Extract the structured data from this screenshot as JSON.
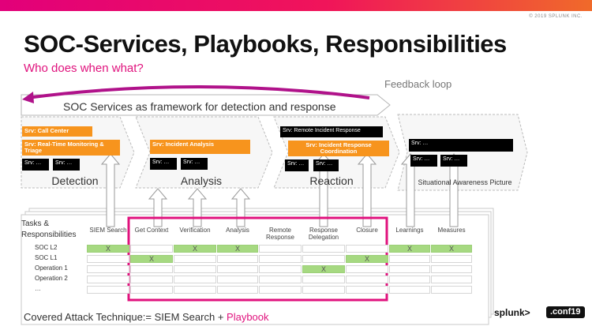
{
  "header": {
    "copyright": "© 2019 SPLUNK INC.",
    "title": "SOC-Services, Playbooks, Responsibilities",
    "subtitle": "Who does when what?"
  },
  "diagram": {
    "feedback_label": "Feedback loop",
    "framework_label": "SOC Services as framework for detection and response",
    "phases": [
      {
        "label": "Detection",
        "services": [
          {
            "text": "Srv: Call Center",
            "style": "orange"
          },
          {
            "text": "Srv: Real-Time Monitoring & Triage",
            "style": "orange"
          },
          {
            "text": "Srv: …",
            "style": "black"
          },
          {
            "text": "Srv: …",
            "style": "black"
          }
        ]
      },
      {
        "label": "Analysis",
        "services": [
          {
            "text": "Srv: Incident Analysis",
            "style": "orange"
          },
          {
            "text": "Srv: …",
            "style": "black"
          },
          {
            "text": "Srv: …",
            "style": "black"
          }
        ]
      },
      {
        "label": "Reaction",
        "services": [
          {
            "text": "Srv: Remote Incident Response",
            "style": "black"
          },
          {
            "text": "Srv: Incident Response Coordination",
            "style": "orange"
          },
          {
            "text": "Srv: …",
            "style": "black"
          },
          {
            "text": "Srv: …",
            "style": "black"
          }
        ]
      },
      {
        "label": "Situational Awareness Picture",
        "services": [
          {
            "text": "Srv: …",
            "style": "black"
          },
          {
            "text": "Srv: …",
            "style": "black"
          },
          {
            "text": "Srv: …",
            "style": "black"
          }
        ]
      }
    ]
  },
  "matrix": {
    "title": "Tasks & Responsibilities",
    "columns": [
      "SIEM Search",
      "Get Context",
      "Verification",
      "Analysis",
      "Remote Response",
      "Response Delegation",
      "Closure",
      "Learnings",
      "Measures"
    ],
    "rows": [
      {
        "label": "SOC L2",
        "green": [
          true,
          false,
          true,
          true,
          false,
          false,
          false,
          true,
          true
        ],
        "x": [
          true,
          false,
          true,
          true,
          false,
          false,
          false,
          true,
          true
        ]
      },
      {
        "label": "SOC L1",
        "green": [
          false,
          true,
          false,
          false,
          false,
          false,
          true,
          false,
          false
        ],
        "x": [
          false,
          true,
          false,
          false,
          false,
          false,
          true,
          false,
          false
        ]
      },
      {
        "label": "Operation 1",
        "green": [
          false,
          false,
          false,
          false,
          false,
          true,
          false,
          false,
          false
        ],
        "x": [
          false,
          false,
          false,
          false,
          false,
          true,
          false,
          false,
          false
        ]
      },
      {
        "label": "Operation 2",
        "green": [
          false,
          false,
          false,
          false,
          false,
          false,
          false,
          false,
          false
        ],
        "x": [
          false,
          false,
          false,
          false,
          false,
          false,
          false,
          false,
          false
        ]
      },
      {
        "label": "…",
        "green": [
          false,
          false,
          false,
          false,
          false,
          false,
          false,
          false,
          false
        ],
        "x": [
          false,
          false,
          false,
          false,
          false,
          false,
          false,
          false,
          false
        ]
      }
    ],
    "mark": "X",
    "highlight_color": "#e0127d",
    "green_color": "#a6d981"
  },
  "footer": {
    "text_prefix": "Covered Attack Technique:= SIEM Search + ",
    "text_highlight": "Playbook",
    "logo": "splunk>",
    "conf": ".conf19"
  },
  "colors": {
    "accent_pink": "#e0127d",
    "service_orange": "#f7941d",
    "service_black": "#000000"
  }
}
